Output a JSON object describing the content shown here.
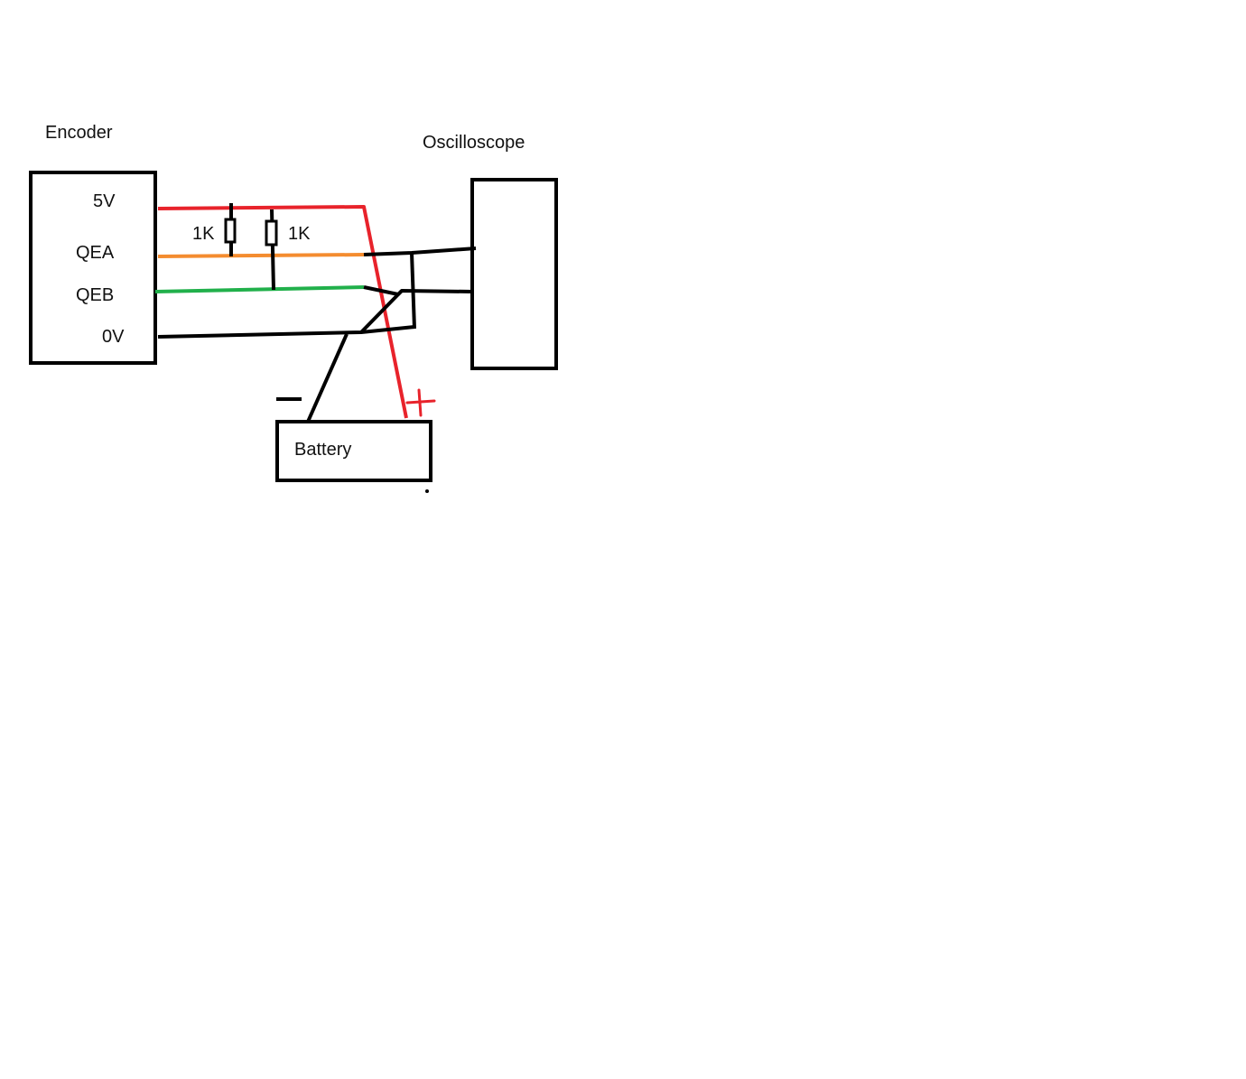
{
  "encoder": {
    "title": "Encoder",
    "pins": {
      "v5": "5V",
      "qea": "QEA",
      "qeb": "QEB",
      "gnd": "0V"
    }
  },
  "oscilloscope": {
    "title": "Oscilloscope"
  },
  "battery": {
    "label": "Battery",
    "minus": "−",
    "plus": "+"
  },
  "resistors": {
    "r1": "1K",
    "r2": "1K"
  },
  "colors": {
    "wire_5v": "#e8232b",
    "wire_qea": "#f48c2f",
    "wire_qeb": "#21b04b",
    "wire_black": "#000000",
    "battery_plus": "#e8232b"
  }
}
